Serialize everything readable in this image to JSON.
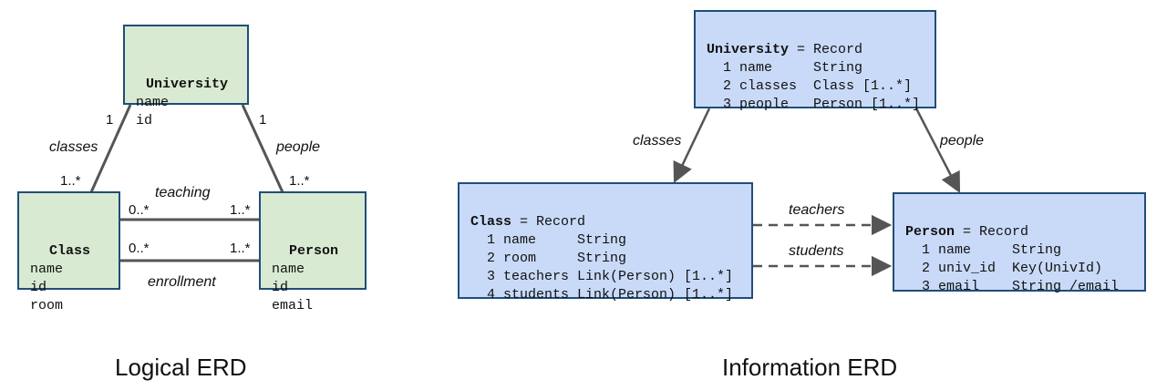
{
  "logical": {
    "caption": "Logical ERD",
    "university": {
      "title": "University",
      "fields": [
        "name",
        "id"
      ]
    },
    "class": {
      "title": "Class",
      "fields": [
        "name",
        "id",
        "room"
      ]
    },
    "person": {
      "title": "Person",
      "fields": [
        "name",
        "id",
        "email"
      ]
    },
    "classes_rel": {
      "label": "classes",
      "mult_top": "1",
      "mult_bottom": "1..*"
    },
    "people_rel": {
      "label": "people",
      "mult_top": "1",
      "mult_bottom": "1..*"
    },
    "teaching_rel": {
      "label": "teaching",
      "mult_left": "0..*",
      "mult_right": "1..*"
    },
    "enrollment_rel": {
      "label": "enrollment",
      "mult_left": "0..*",
      "mult_right": "1..*"
    }
  },
  "information": {
    "caption": "Information ERD",
    "university": {
      "title": "University",
      "suffix": " = Record",
      "rows": [
        "  1 name     String",
        "  2 classes  Class [1..*]",
        "  3 people   Person [1..*]"
      ]
    },
    "class": {
      "title": "Class",
      "suffix": " = Record",
      "rows": [
        "  1 name     String",
        "  2 room     String",
        "  3 teachers Link(Person) [1..*]",
        "  4 students Link(Person) [1..*]"
      ]
    },
    "person": {
      "title": "Person",
      "suffix": " = Record",
      "rows": [
        "  1 name     String",
        "  2 univ_id  Key(UnivId)",
        "  3 email    String /email"
      ]
    },
    "classes_label": "classes",
    "people_label": "people",
    "teachers_label": "teachers",
    "students_label": "students"
  },
  "colors": {
    "logical_box_fill": "#d9ead3",
    "information_box_fill": "#c9daf8",
    "box_border": "#1f4e79",
    "line": "#555555"
  }
}
